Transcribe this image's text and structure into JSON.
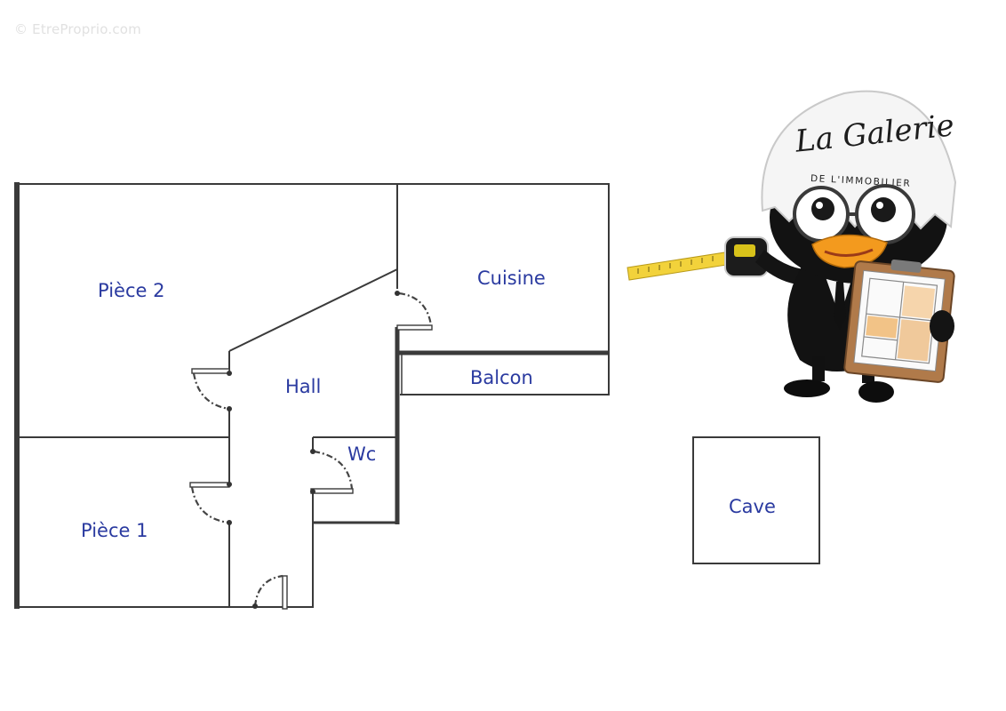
{
  "watermark": "© EtreProprio.com",
  "rooms": {
    "piece2": "Pièce 2",
    "cuisine": "Cuisine",
    "hall": "Hall",
    "balcon": "Balcon",
    "wc": "Wc",
    "piece1": "Pièce 1",
    "cave": "Cave"
  },
  "logo": {
    "script": "La Galerie",
    "subtitle": "DE L'IMMOBILIER"
  },
  "colors": {
    "room_label": "#2a3aa0",
    "walls": "#3a3a3a",
    "watermark": "#e1e1e1"
  }
}
